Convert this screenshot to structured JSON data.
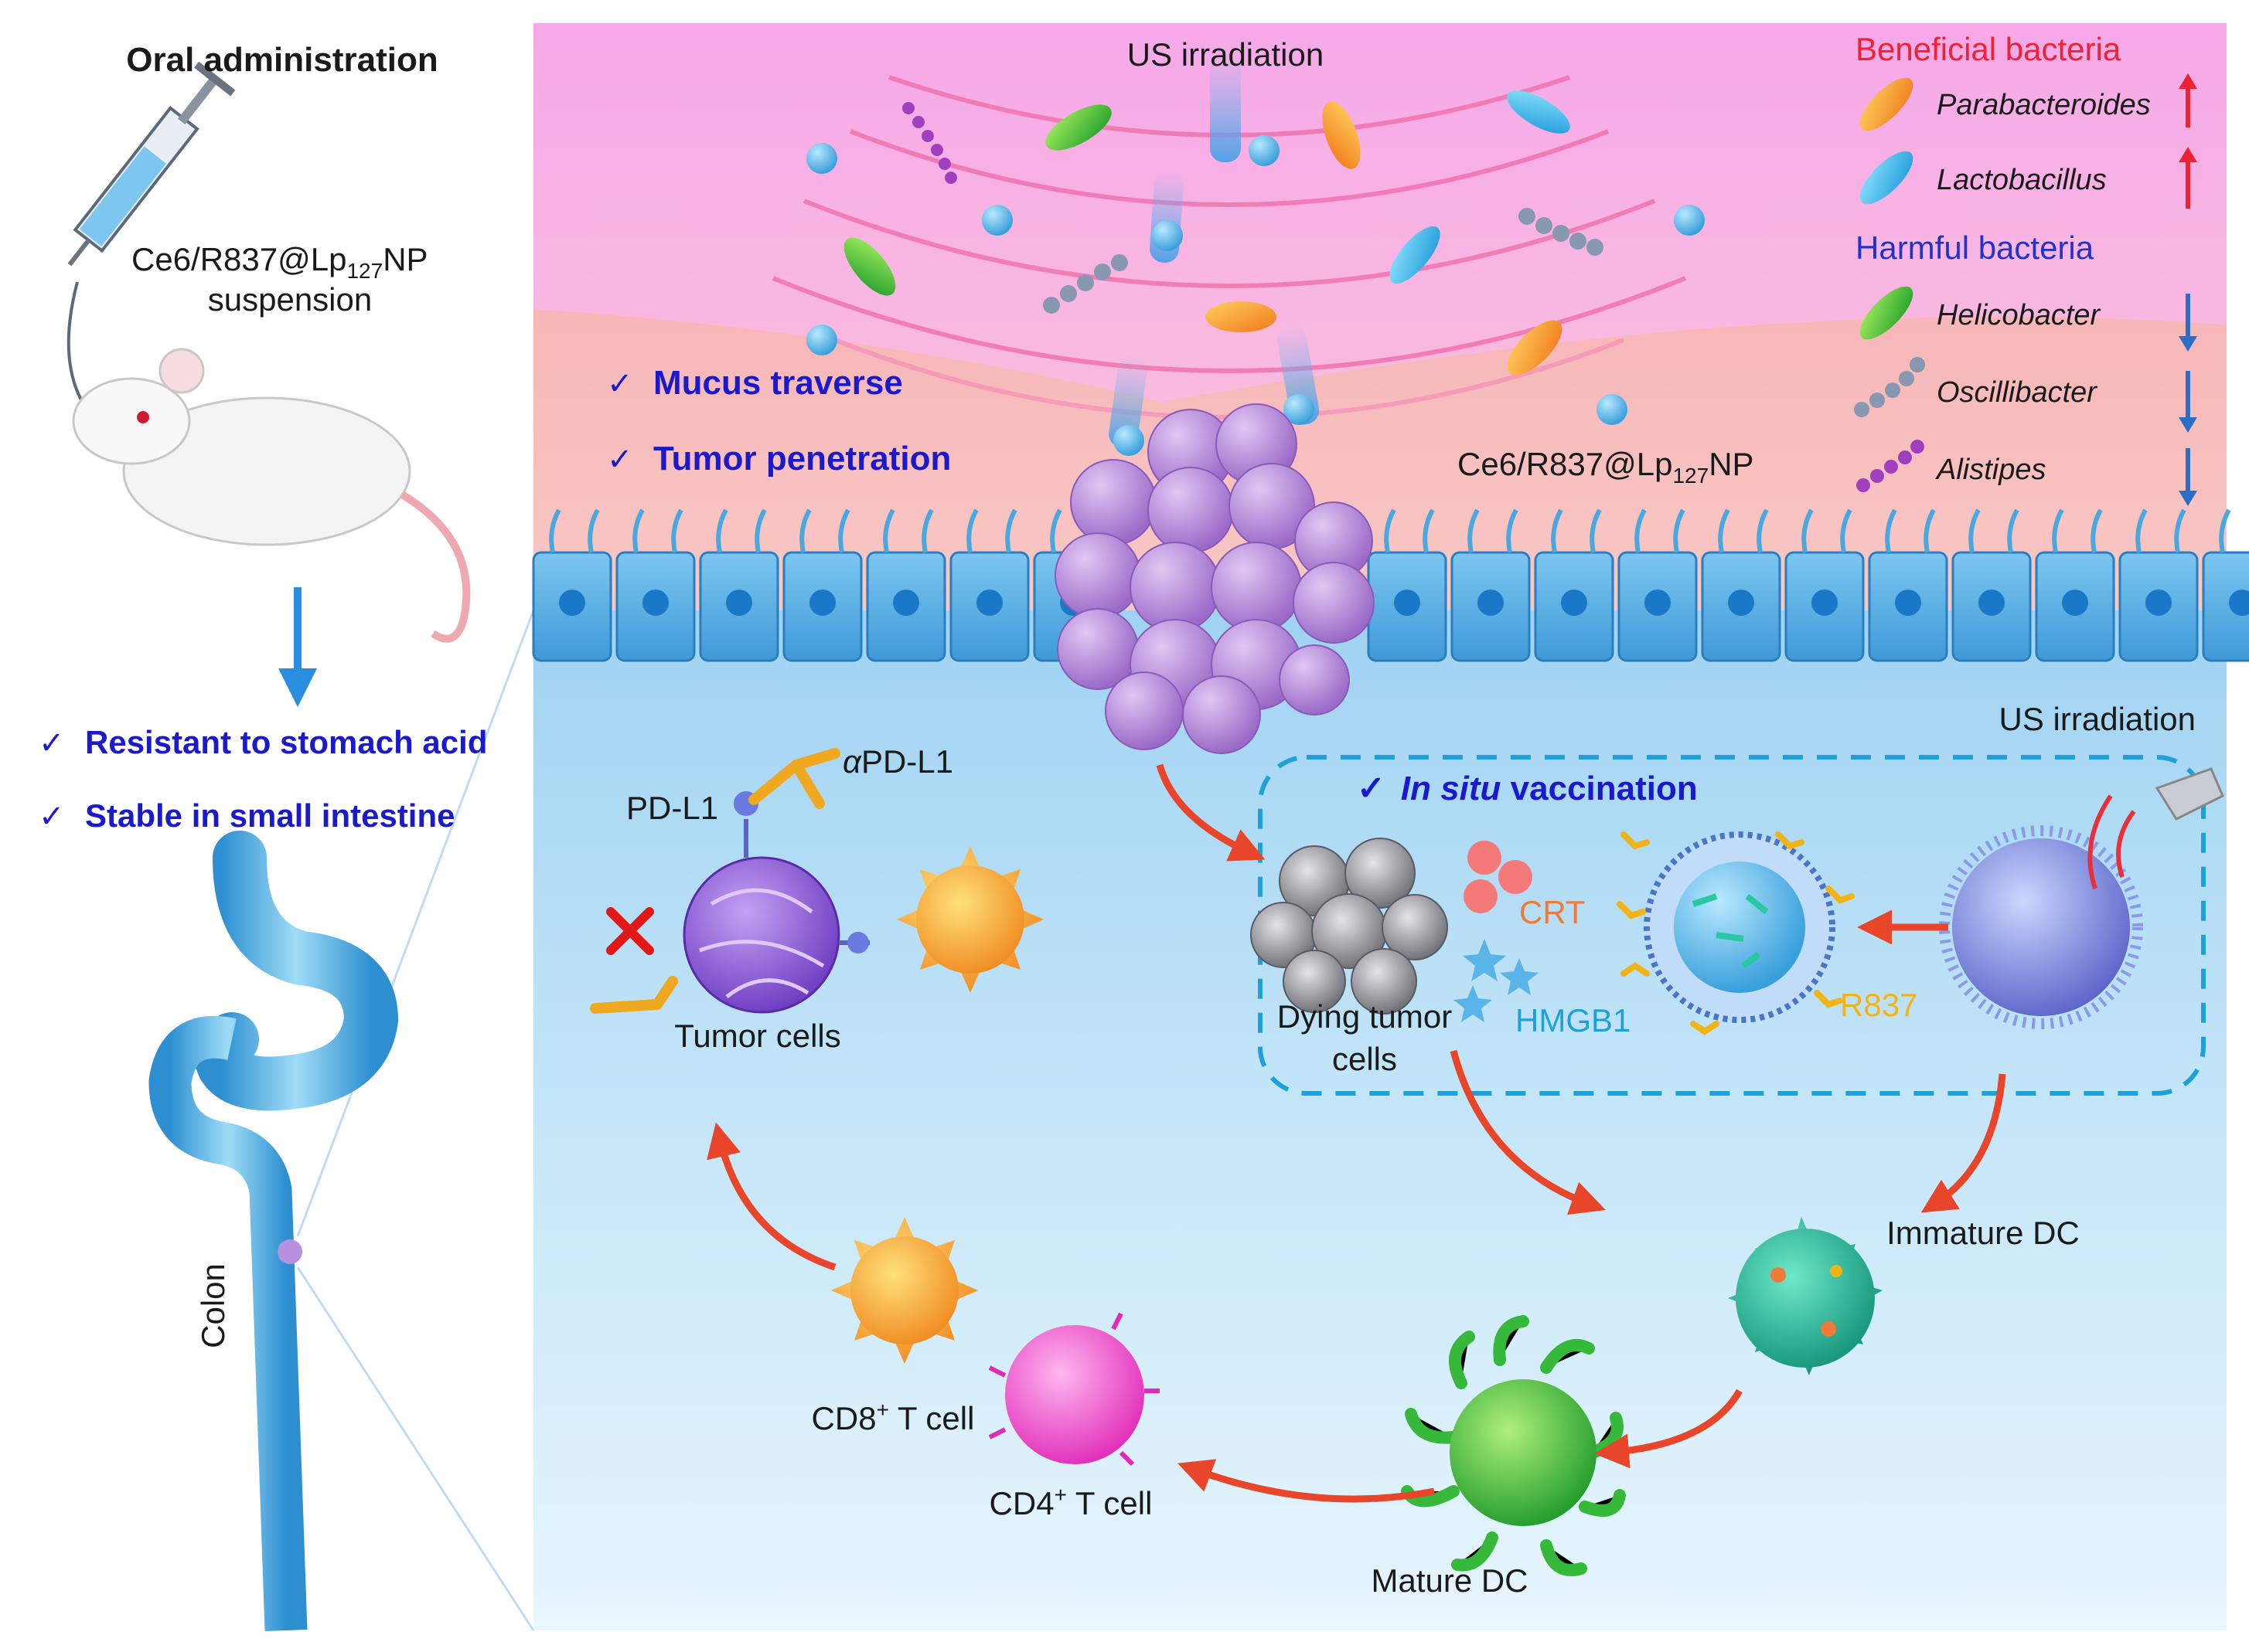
{
  "left_panel": {
    "title": "Oral administration",
    "syringe_line1_pre": "Ce6/R837@Lp",
    "syringe_line1_sub": "127",
    "syringe_line1_post": "NP",
    "syringe_line2": "suspension",
    "check_items": [
      "Resistant to stomach acid",
      "Stable in small intestine"
    ],
    "colon_label": "Colon"
  },
  "top": {
    "us_label": "US irradiation",
    "check_items": [
      "Mucus traverse",
      "Tumor penetration"
    ],
    "np_label_pre": "Ce6/R837@Lp",
    "np_label_sub": "127",
    "np_label_post": "NP"
  },
  "legend": {
    "beneficial_title": "Beneficial bacteria",
    "beneficial": [
      "Parabacteroides",
      "Lactobacillus"
    ],
    "harmful_title": "Harmful bacteria",
    "harmful": [
      "Helicobacter",
      "Oscillibacter",
      "Alistipes"
    ]
  },
  "bottom": {
    "us_label": "US irradiation",
    "vaccination_check": "✓",
    "vaccination_italic": "In situ",
    "vaccination_rest": " vaccination",
    "crt": "CRT",
    "hmgb1": "HMGB1",
    "r837": "R837",
    "dying_line1": "Dying tumor",
    "dying_line2": "cells",
    "pdl1": "PD-L1",
    "apdl1_alpha": "α",
    "apdl1_rest": "PD-L1",
    "tumor_cells": "Tumor cells",
    "immature_dc": "Immature DC",
    "mature_dc": "Mature DC",
    "cd8_pre": "CD8",
    "cd8_sup": "+",
    "cd8_post": " T cell",
    "cd4_pre": "CD4",
    "cd4_sup": "+",
    "cd4_post": " T cell"
  },
  "colors": {
    "check_blue": "#1a1acc",
    "beneficial_red": "#ee2233",
    "harmful_blue": "#2233cc",
    "arrow_red": "#e8452a",
    "crt_orange": "#f07a3a",
    "hmgb1_cyan": "#1ea0d8",
    "r837_yellow": "#f0b418"
  }
}
